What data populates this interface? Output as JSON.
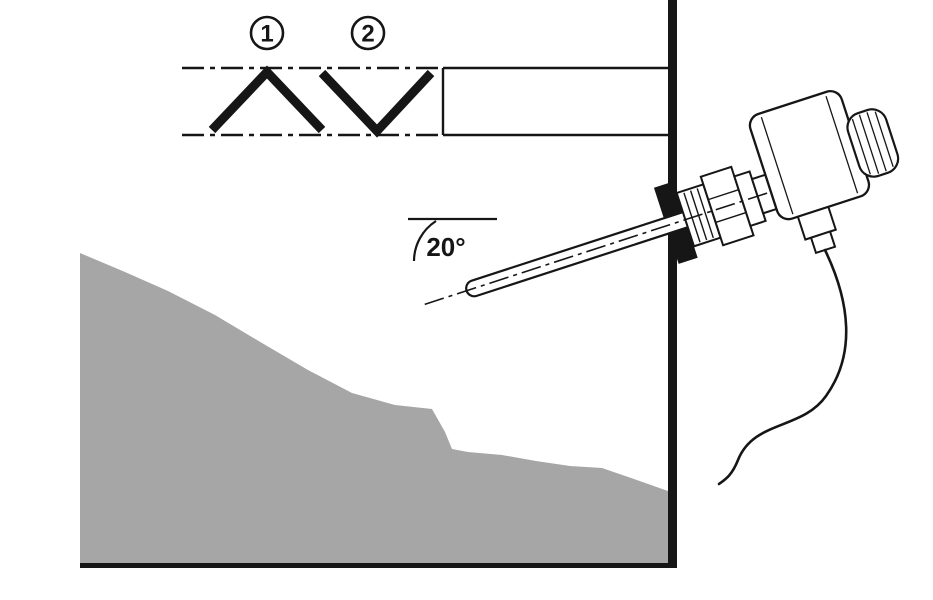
{
  "diagram": {
    "type": "sensor-installation-diagram",
    "markers": [
      {
        "label": "1"
      },
      {
        "label": "2"
      }
    ],
    "angle_label": "20°",
    "colors": {
      "line": "#161616",
      "pile": "#a6a6a6",
      "background": "#ffffff"
    }
  }
}
